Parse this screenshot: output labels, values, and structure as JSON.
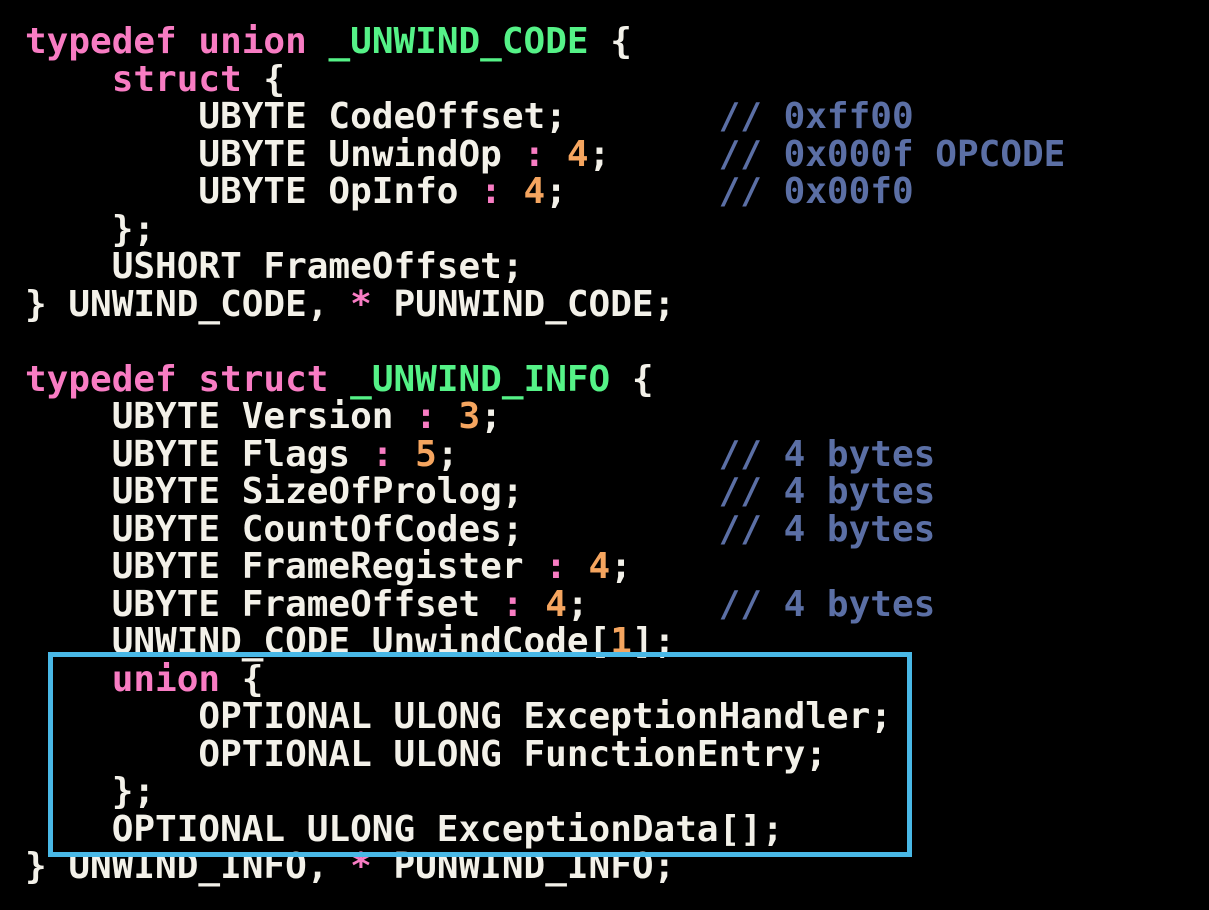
{
  "colors": {
    "background": "#000000",
    "plain": "#f3f1e9",
    "keyword": "#f87cc3",
    "type": "#55f287",
    "number": "#f5a55f",
    "operator": "#f87cc3",
    "comment": "#5b6fa5",
    "highlight_box": "#49b8e6"
  },
  "code": {
    "comment_column_ch": 32,
    "lines": [
      {
        "tokens": [
          {
            "text": "typedef",
            "color": "keyword"
          },
          {
            "text": " ",
            "color": "plain"
          },
          {
            "text": "union",
            "color": "keyword"
          },
          {
            "text": " ",
            "color": "plain"
          },
          {
            "text": "_UNWIND_CODE",
            "color": "type"
          },
          {
            "text": " {",
            "color": "plain"
          }
        ]
      },
      {
        "tokens": [
          {
            "text": "    ",
            "color": "plain"
          },
          {
            "text": "struct",
            "color": "keyword"
          },
          {
            "text": " {",
            "color": "plain"
          }
        ]
      },
      {
        "tokens": [
          {
            "text": "        UBYTE CodeOffset;",
            "color": "plain"
          }
        ],
        "comment": "// 0xff00"
      },
      {
        "tokens": [
          {
            "text": "        UBYTE UnwindOp ",
            "color": "plain"
          },
          {
            "text": ":",
            "color": "operator"
          },
          {
            "text": " ",
            "color": "plain"
          },
          {
            "text": "4",
            "color": "number"
          },
          {
            "text": ";",
            "color": "plain"
          }
        ],
        "comment": "// 0x000f OPCODE"
      },
      {
        "tokens": [
          {
            "text": "        UBYTE OpInfo ",
            "color": "plain"
          },
          {
            "text": ":",
            "color": "operator"
          },
          {
            "text": " ",
            "color": "plain"
          },
          {
            "text": "4",
            "color": "number"
          },
          {
            "text": ";",
            "color": "plain"
          }
        ],
        "comment": "// 0x00f0"
      },
      {
        "tokens": [
          {
            "text": "    };",
            "color": "plain"
          }
        ]
      },
      {
        "tokens": [
          {
            "text": "    USHORT FrameOffset;",
            "color": "plain"
          }
        ]
      },
      {
        "tokens": [
          {
            "text": "} UNWIND_CODE, ",
            "color": "plain"
          },
          {
            "text": "*",
            "color": "operator"
          },
          {
            "text": " PUNWIND_CODE;",
            "color": "plain"
          }
        ]
      },
      {
        "tokens": []
      },
      {
        "tokens": [
          {
            "text": "typedef",
            "color": "keyword"
          },
          {
            "text": " ",
            "color": "plain"
          },
          {
            "text": "struct",
            "color": "keyword"
          },
          {
            "text": " ",
            "color": "plain"
          },
          {
            "text": "_UNWIND_INFO",
            "color": "type"
          },
          {
            "text": " {",
            "color": "plain"
          }
        ]
      },
      {
        "tokens": [
          {
            "text": "    UBYTE Version ",
            "color": "plain"
          },
          {
            "text": ":",
            "color": "operator"
          },
          {
            "text": " ",
            "color": "plain"
          },
          {
            "text": "3",
            "color": "number"
          },
          {
            "text": ";",
            "color": "plain"
          }
        ]
      },
      {
        "tokens": [
          {
            "text": "    UBYTE Flags ",
            "color": "plain"
          },
          {
            "text": ":",
            "color": "operator"
          },
          {
            "text": " ",
            "color": "plain"
          },
          {
            "text": "5",
            "color": "number"
          },
          {
            "text": ";",
            "color": "plain"
          }
        ],
        "comment": "// 4 bytes"
      },
      {
        "tokens": [
          {
            "text": "    UBYTE SizeOfProlog;",
            "color": "plain"
          }
        ],
        "comment": "// 4 bytes"
      },
      {
        "tokens": [
          {
            "text": "    UBYTE CountOfCodes;",
            "color": "plain"
          }
        ],
        "comment": "// 4 bytes"
      },
      {
        "tokens": [
          {
            "text": "    UBYTE FrameRegister ",
            "color": "plain"
          },
          {
            "text": ":",
            "color": "operator"
          },
          {
            "text": " ",
            "color": "plain"
          },
          {
            "text": "4",
            "color": "number"
          },
          {
            "text": ";",
            "color": "plain"
          }
        ]
      },
      {
        "tokens": [
          {
            "text": "    UBYTE FrameOffset ",
            "color": "plain"
          },
          {
            "text": ":",
            "color": "operator"
          },
          {
            "text": " ",
            "color": "plain"
          },
          {
            "text": "4",
            "color": "number"
          },
          {
            "text": ";",
            "color": "plain"
          }
        ],
        "comment": "// 4 bytes"
      },
      {
        "tokens": [
          {
            "text": "    UNWIND_CODE UnwindCode[",
            "color": "plain"
          },
          {
            "text": "1",
            "color": "number"
          },
          {
            "text": "];",
            "color": "plain"
          }
        ]
      },
      {
        "tokens": [
          {
            "text": "    ",
            "color": "plain"
          },
          {
            "text": "union",
            "color": "keyword"
          },
          {
            "text": " {",
            "color": "plain"
          }
        ]
      },
      {
        "tokens": [
          {
            "text": "        OPTIONAL ULONG ExceptionHandler;",
            "color": "plain"
          }
        ]
      },
      {
        "tokens": [
          {
            "text": "        OPTIONAL ULONG FunctionEntry;",
            "color": "plain"
          }
        ]
      },
      {
        "tokens": [
          {
            "text": "    };",
            "color": "plain"
          }
        ]
      },
      {
        "tokens": [
          {
            "text": "    OPTIONAL ULONG ExceptionData[];",
            "color": "plain"
          }
        ]
      },
      {
        "tokens": [
          {
            "text": "} UNWIND_INFO, ",
            "color": "plain"
          },
          {
            "text": "*",
            "color": "operator"
          },
          {
            "text": " PUNWIND_INFO;",
            "color": "plain"
          }
        ]
      }
    ]
  }
}
